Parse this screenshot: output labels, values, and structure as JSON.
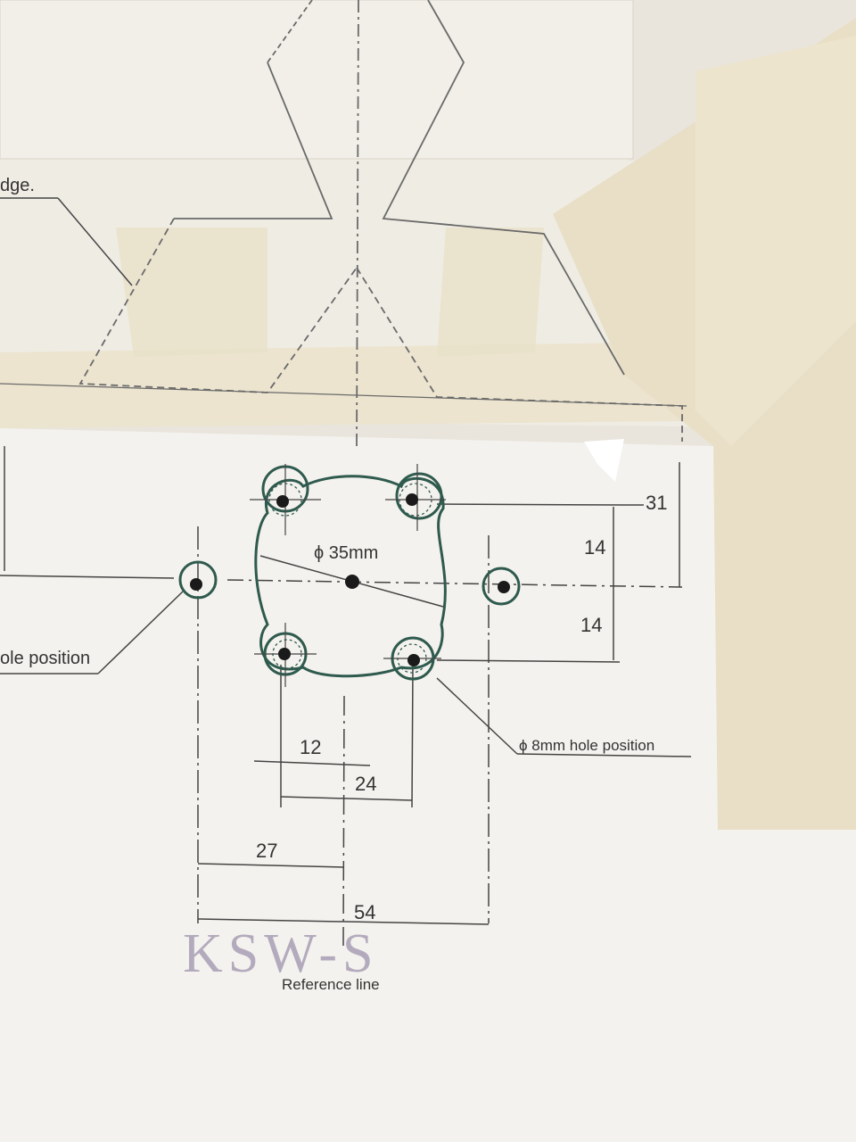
{
  "labels": {
    "top_left_fragment": "dge.",
    "dim_31": "31",
    "dim_14_upper": "14",
    "dim_14_lower": "14",
    "dim_12": "12",
    "dim_24": "24",
    "dim_27": "27",
    "dim_54": "54",
    "center_hole_diameter": "ϕ 35mm",
    "side_hole_label_fragment": "ole position",
    "small_hole_label": "ϕ 8mm hole position",
    "stamp_text": "KSW-S",
    "reference_line_label": "Reference line"
  },
  "colors": {
    "paper": "#f4f2ee",
    "wall": "#e9e5dd",
    "masking_tape": "#ece4cf",
    "drawing_line": "#555555",
    "template_outline": "#2f5a4e",
    "hole": "#1a1a1a",
    "stamp": "#b3abbd"
  }
}
